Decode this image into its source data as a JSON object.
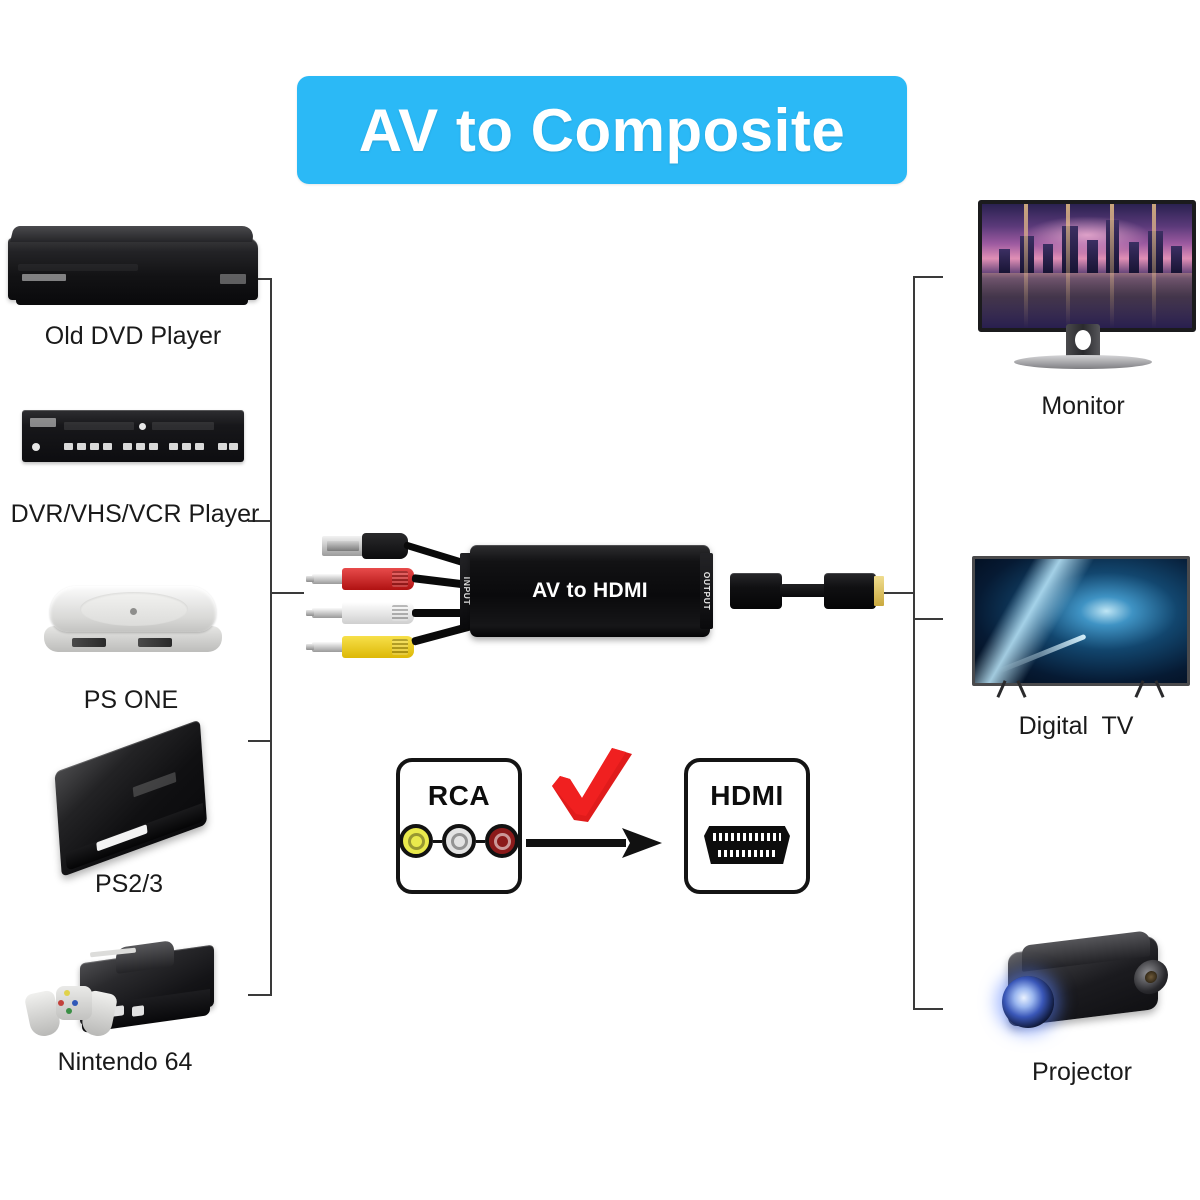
{
  "banner": {
    "title": "AV to Composite",
    "bg_color": "#2bb9f6",
    "text_color": "#ffffff"
  },
  "sources": {
    "items": [
      {
        "label": "Old DVD Player",
        "icon": "dvd-player-icon"
      },
      {
        "label": "DVR/VHS/VCR Player",
        "icon": "vcr-player-icon"
      },
      {
        "label": "PS ONE",
        "icon": "playstation-one-icon"
      },
      {
        "label": "PS2/3",
        "icon": "playstation-console-icon"
      },
      {
        "label": "Nintendo 64",
        "icon": "nintendo-64-icon"
      }
    ]
  },
  "converter": {
    "body_label": "AV to HDMI",
    "input_label": "INPUT",
    "output_label": "OUTPUT",
    "rca_plug_colors": [
      "#d41f1f",
      "#f2f2f2",
      "#f2d411"
    ],
    "usb_label": "usb-connector-icon",
    "hdmi_cable_label": "hdmi-cable-icon"
  },
  "compare": {
    "left_caption": "RCA",
    "right_caption": "HDMI",
    "jack_colors": [
      "#e9e94c",
      "#e3e3e3",
      "#8c1a1a"
    ],
    "check_color": "#e01b1b",
    "arrow_color": "#111111",
    "check_icon": "red-check-icon",
    "arrow_icon": "right-arrow-icon"
  },
  "outputs": {
    "items": [
      {
        "label": "Monitor",
        "icon": "computer-monitor-icon"
      },
      {
        "label": "Digital  TV",
        "icon": "television-icon"
      },
      {
        "label": "Projector",
        "icon": "projector-icon"
      }
    ]
  },
  "connectors": {
    "line_color": "#3a3a3a",
    "left_bracket_name": "input-bracket",
    "right_bracket_name": "output-bracket"
  }
}
